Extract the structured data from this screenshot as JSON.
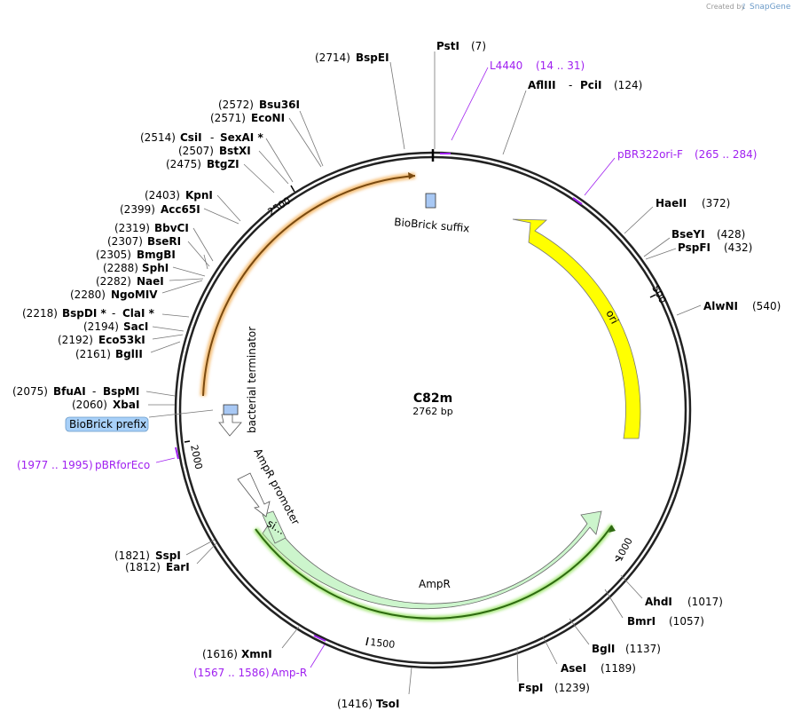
{
  "credit": {
    "created_by": "Created by",
    "brand": "SnapGene"
  },
  "plasmid": {
    "name": "C82m",
    "size": "2762 bp"
  },
  "ticks": [
    "500",
    "1000",
    "1500",
    "2000",
    "2500"
  ],
  "features": {
    "ori": "ori",
    "ampr": "AmpR",
    "ampr_promoter": "AmpR promoter",
    "bacterial_terminator": "bacterial terminator",
    "biobrick_suffix": "BioBrick suffix",
    "biobrick_prefix": "BioBrick prefix",
    "signal": "si..."
  },
  "primers": [
    {
      "name": "L4440",
      "range": "(14 .. 31)"
    },
    {
      "name": "pBR322ori-F",
      "range": "(265 .. 284)"
    },
    {
      "name": "Amp-R",
      "range": "(1567 .. 1586)"
    },
    {
      "name": "pBRforEco",
      "range": "(1977 .. 1995)"
    }
  ],
  "sites": [
    {
      "name": "PstI",
      "pos": "(7)"
    },
    {
      "name": "AflIII",
      "sep": "-",
      "name2": "PciI",
      "pos": "(124)"
    },
    {
      "name": "HaeII",
      "pos": "(372)"
    },
    {
      "name": "BseYI",
      "pos": "(428)"
    },
    {
      "name": "PspFI",
      "pos": "(432)"
    },
    {
      "name": "AlwNI",
      "pos": "(540)"
    },
    {
      "name": "AhdI",
      "pos": "(1017)"
    },
    {
      "name": "BmrI",
      "pos": "(1057)"
    },
    {
      "name": "BglI",
      "pos": "(1137)"
    },
    {
      "name": "AseI",
      "pos": "(1189)"
    },
    {
      "name": "FspI",
      "pos": "(1239)"
    },
    {
      "name": "TsoI",
      "pos": "(1416)"
    },
    {
      "name": "XmnI",
      "pos": "(1616)"
    },
    {
      "name": "SspI",
      "pos": "(1821)"
    },
    {
      "name": "EarI",
      "pos": "(1812)"
    },
    {
      "name": "XbaI",
      "pos": "(2060)"
    },
    {
      "name": "BfuAI",
      "sep": "-",
      "name2": "BspMI",
      "pos": "(2075)"
    },
    {
      "name": "BglII",
      "pos": "(2161)"
    },
    {
      "name": "Eco53kI",
      "pos": "(2192)"
    },
    {
      "name": "SacI",
      "pos": "(2194)"
    },
    {
      "name": "BspDI *",
      "sep": "-",
      "name2": "ClaI *",
      "pos": "(2218)"
    },
    {
      "name": "NgoMIV",
      "pos": "(2280)"
    },
    {
      "name": "NaeI",
      "pos": "(2282)"
    },
    {
      "name": "SphI",
      "pos": "(2288)"
    },
    {
      "name": "BmgBI",
      "pos": "(2305)"
    },
    {
      "name": "BseRI",
      "pos": "(2307)"
    },
    {
      "name": "BbvCI",
      "pos": "(2319)"
    },
    {
      "name": "Acc65I",
      "pos": "(2399)"
    },
    {
      "name": "KpnI",
      "pos": "(2403)"
    },
    {
      "name": "BtgZI",
      "pos": "(2475)"
    },
    {
      "name": "BstXI",
      "pos": "(2507)"
    },
    {
      "name": "CsiI",
      "sep": "-",
      "name2": "SexAI *",
      "pos": "(2514)"
    },
    {
      "name": "EcoNI",
      "pos": "(2571)"
    },
    {
      "name": "Bsu36I",
      "pos": "(2572)"
    },
    {
      "name": "BspEI",
      "pos": "(2714)"
    }
  ]
}
